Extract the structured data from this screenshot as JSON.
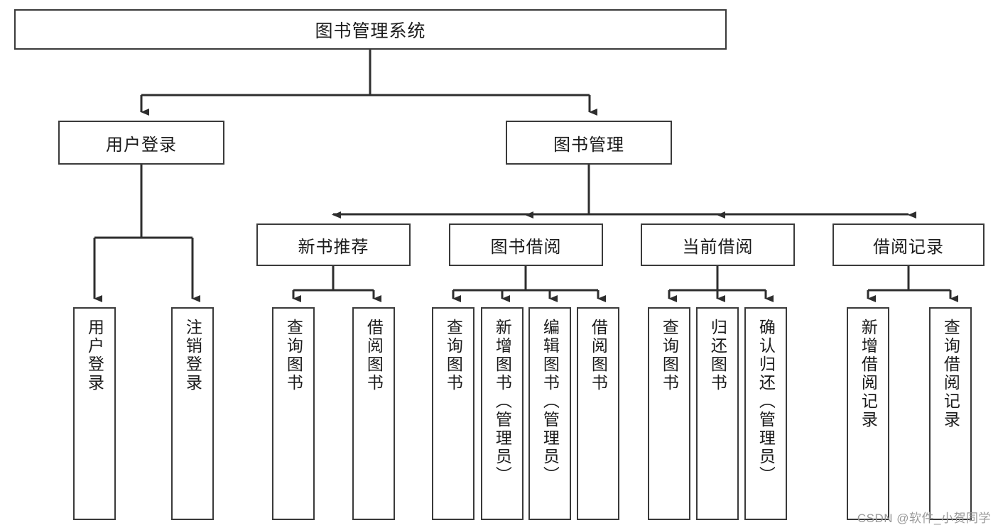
{
  "diagram": {
    "title": "图书管理系统",
    "root": {
      "label": "图书管理系统"
    },
    "level1": [
      {
        "label": "用户登录"
      },
      {
        "label": "图书管理"
      }
    ],
    "level2": [
      {
        "label": "新书推荐"
      },
      {
        "label": "图书借阅"
      },
      {
        "label": "当前借阅"
      },
      {
        "label": "借阅记录"
      }
    ],
    "leaves": {
      "user_login": [
        {
          "label": "用户登录"
        },
        {
          "label": "注销登录"
        }
      ],
      "new_book_recommend": [
        {
          "label": "查询图书"
        },
        {
          "label": "借阅图书"
        }
      ],
      "book_borrow": [
        {
          "label": "查询图书"
        },
        {
          "label": "新增图书（管理员）"
        },
        {
          "label": "编辑图书（管理员）"
        },
        {
          "label": "借阅图书"
        }
      ],
      "current_borrow": [
        {
          "label": "查询图书"
        },
        {
          "label": "归还图书"
        },
        {
          "label": "确认归还（管理员）"
        }
      ],
      "borrow_record": [
        {
          "label": "新增借阅记录"
        },
        {
          "label": "查询借阅记录"
        }
      ]
    }
  },
  "watermark": {
    "text": "CSDN @软件_小贺同学"
  },
  "colors": {
    "stroke": "#3a3a3a",
    "text": "#1b1b1b",
    "background": "#ffffff",
    "watermark": "#9a9a9a"
  }
}
